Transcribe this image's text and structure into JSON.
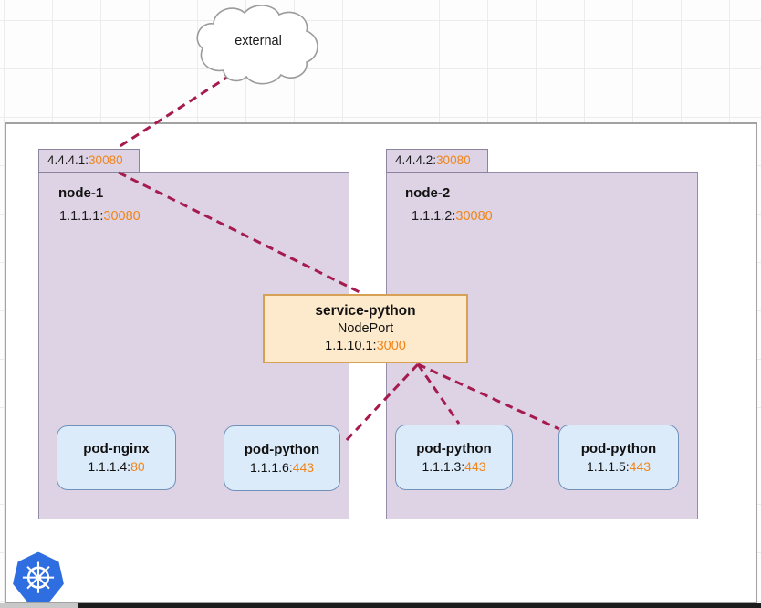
{
  "external": {
    "label": "external"
  },
  "nodes": [
    {
      "tab_ip": "4.4.4.1:",
      "tab_port": "30080",
      "name": "node-1",
      "ip": "1.1.1.1:",
      "port": "30080",
      "pods": [
        {
          "name": "pod-nginx",
          "ip": "1.1.1.4:",
          "port": "80"
        },
        {
          "name": "pod-python",
          "ip": "1.1.1.6:",
          "port": "443"
        }
      ]
    },
    {
      "tab_ip": "4.4.4.2:",
      "tab_port": "30080",
      "name": "node-2",
      "ip": "1.1.1.2:",
      "port": "30080",
      "pods": [
        {
          "name": "pod-python",
          "ip": "1.1.1.3:",
          "port": "443"
        },
        {
          "name": "pod-python",
          "ip": "1.1.1.5:",
          "port": "443"
        }
      ]
    }
  ],
  "service": {
    "name": "service-python",
    "type": "NodePort",
    "ip": "1.1.10.1:",
    "port": "3000"
  },
  "icons": {
    "logo": "kubernetes-logo",
    "cloud": "external-network-cloud"
  },
  "colors": {
    "port_orange": "#f08519",
    "connection_red": "#a61b4f",
    "node_fill": "#ddd3e5",
    "pod_fill": "#dcebfa",
    "service_fill": "#fdeacc",
    "kubernetes_blue": "#2f6ee0"
  }
}
